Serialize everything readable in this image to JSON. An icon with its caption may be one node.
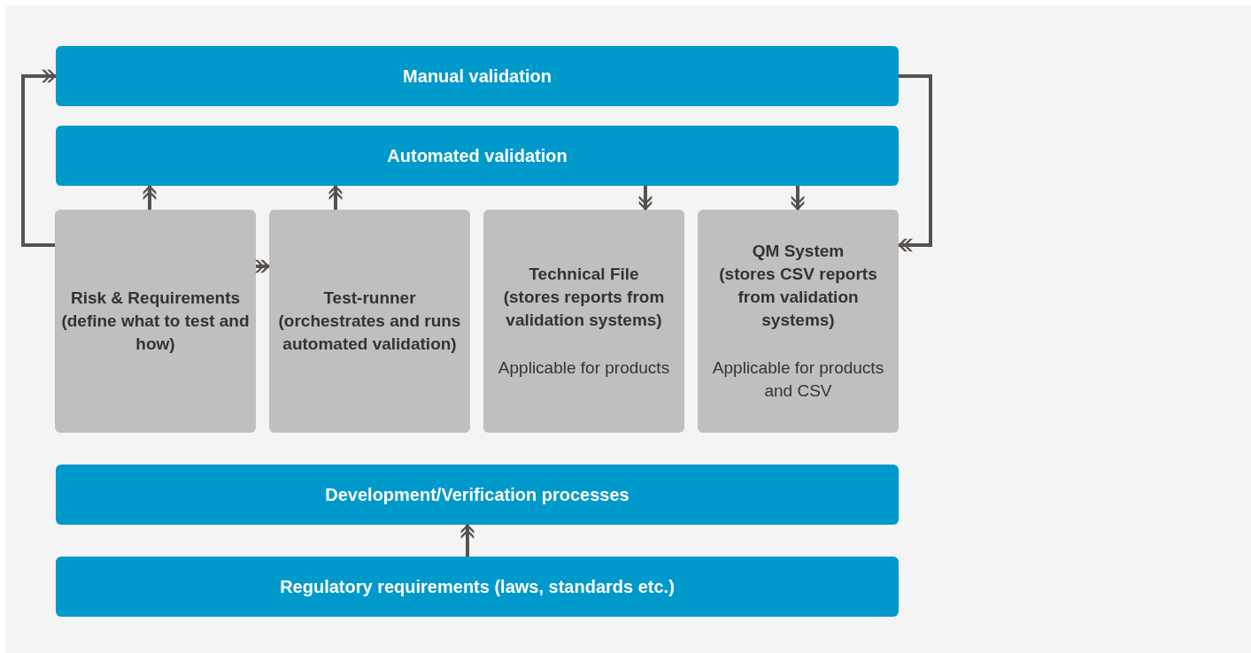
{
  "diagram": {
    "nodes": [
      {
        "text": [
          "Manual validation"
        ]
      },
      {
        "text": [
          "Automated validation"
        ]
      },
      {
        "text": [
          "Risk & Requirements",
          "(define what to test and how)"
        ]
      },
      {
        "text": [
          "Test-runner",
          "(orchestrates and runs automated validation)"
        ]
      },
      {
        "text": [
          "Technical File",
          "(stores reports from validation systems)",
          "Applicable for products"
        ]
      },
      {
        "text": [
          "QM System",
          "(stores CSV reports from validation systems)",
          "Applicable for products and CSV"
        ]
      },
      {
        "text": [
          "Development/Verification processes"
        ]
      },
      {
        "text": [
          "Regulatory requirements (laws, standards etc.)"
        ]
      }
    ],
    "edges": [
      {
        "from": 2,
        "to": 0,
        "arrow": "to"
      },
      {
        "from": 2,
        "to": 1,
        "arrow": "to"
      },
      {
        "from": 2,
        "to": 3,
        "arrow": "to"
      },
      {
        "from": 3,
        "to": 1,
        "arrow": "to"
      },
      {
        "from": 1,
        "to": 4,
        "arrow": "to"
      },
      {
        "from": 1,
        "to": 5,
        "arrow": "to"
      },
      {
        "from": 0,
        "to": 5,
        "arrow": "to"
      },
      {
        "from": 7,
        "to": 6,
        "arrow": "to"
      }
    ]
  }
}
